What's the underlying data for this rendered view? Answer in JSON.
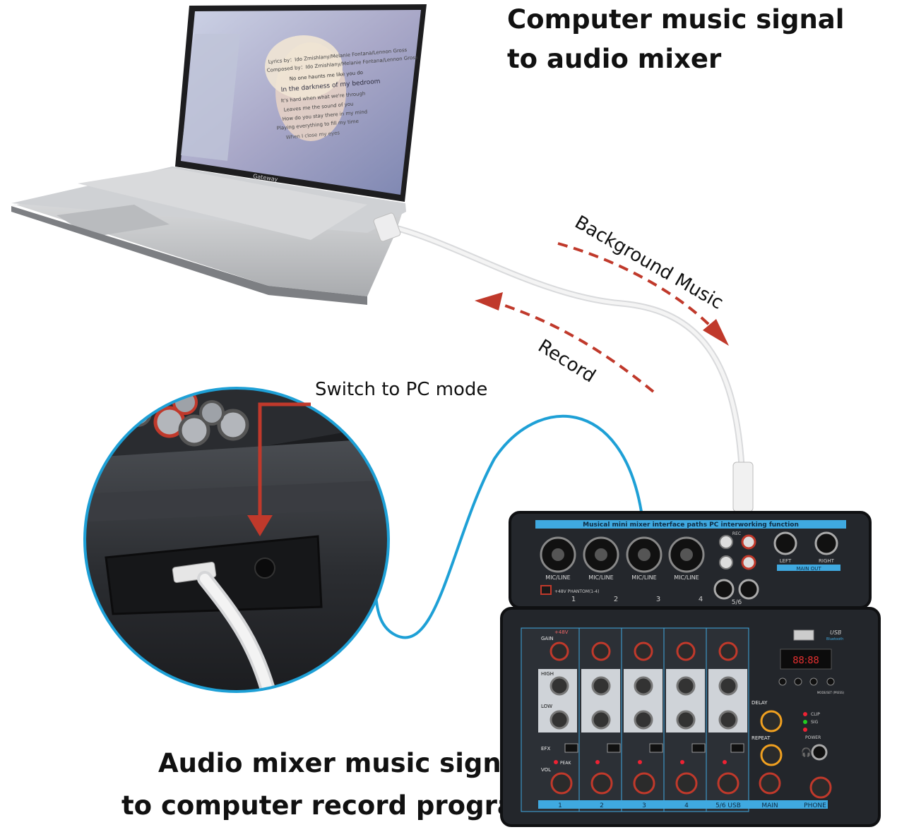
{
  "top_caption": {
    "line1": "Computer music signal",
    "line2": "to audio mixer"
  },
  "bottom_caption": {
    "line1": "Audio mixer music signal",
    "line2": "to computer record program"
  },
  "labels": {
    "background_music": "Background Music",
    "record": "Record",
    "switch_pc": "Switch to PC mode"
  },
  "laptop": {
    "brand": "Gateway",
    "lyrics": [
      "Lyrics by：Ido Zmishlany/Melanie Fontana/Lennon Gross",
      "Composed by：Ido Zmishlany/Melanie Fontana/Lennon Gross",
      "No one haunts me like you do",
      "In the darkness of my bedroom",
      "It's hard when what we're through",
      "Leaves me the sound of you",
      "How do you stay there in my mind",
      "Playing everything to fill my time",
      "When I close my eyes"
    ]
  },
  "mixer": {
    "banner": "Musical mini mixer interface paths PC interworking function",
    "inputs": [
      "MIC/LINE",
      "MIC/LINE",
      "MIC/LINE",
      "MIC/LINE"
    ],
    "input_numbers": [
      "1",
      "2",
      "3",
      "4"
    ],
    "phantom": "+48V PHANTOM(1-4)",
    "rec_label": "REC",
    "left": "LEFT",
    "right": "RIGHT",
    "main_out": "MAIN OUT",
    "ch56": "5/6",
    "usb": "USB",
    "bluetooth": "Bluetooth",
    "channels": [
      "1",
      "2",
      "3",
      "4",
      "5/6 USB",
      "MAIN",
      "PHONE"
    ],
    "gain": "GAIN",
    "high": "HIGH",
    "low": "LOW",
    "efx": "EFX",
    "vol": "VOL",
    "peak": "PEAK",
    "delay": "DELAY",
    "repeat": "REPEAT",
    "clip": "CLIP",
    "sig": "SIG",
    "power": "POWER",
    "p48v": "+48V",
    "display": "88:88",
    "mode": "MODE/SET (PRESS)"
  },
  "colors": {
    "accent_red": "#c0392b",
    "cable_blue": "#1ea0d6",
    "panel": "#26292e",
    "mixer_blue": "#3fa9e0"
  }
}
